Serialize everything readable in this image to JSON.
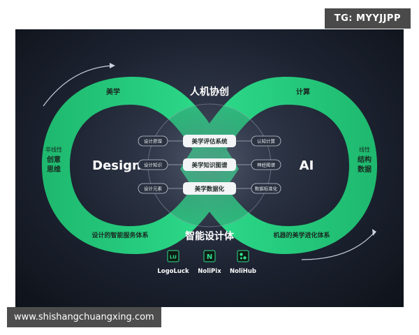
{
  "watermark": {
    "tag": "TG: MYYJJPP",
    "url": "www.shishangchuangxing.com"
  },
  "diagram": {
    "top_title": "人机协创",
    "bottom_title": "智能设计体",
    "left_loop": {
      "top_label": "美学",
      "center_label": "Design",
      "side_small": "非线性",
      "side_bold_1": "创意",
      "side_bold_2": "思维",
      "bottom_label": "设计的智能服务体系"
    },
    "right_loop": {
      "top_label": "计算",
      "center_label": "AI",
      "side_small": "线性",
      "side_bold_1": "结构",
      "side_bold_2": "数据",
      "bottom_label": "机器的美学进化体系"
    },
    "center_pills": [
      "美学评估系统",
      "美学知识图谱",
      "美学数据化"
    ],
    "left_nodes": [
      "设计原理",
      "设计知识",
      "设计元素"
    ],
    "right_nodes": [
      "认知计算",
      "神经图谱",
      "数据标准化"
    ],
    "products": [
      {
        "name": "LogoLuck",
        "icon": "logoluck-icon",
        "glyph": "ᴸᵁ"
      },
      {
        "name": "NoliPix",
        "icon": "nolipix-icon",
        "glyph": "N"
      },
      {
        "name": "NoliHub",
        "icon": "nolihub-icon",
        "glyph": "●●"
      }
    ]
  },
  "colors": {
    "loop": "#22c87a",
    "loop_light": "#3be39a",
    "background": "#1c2230"
  }
}
